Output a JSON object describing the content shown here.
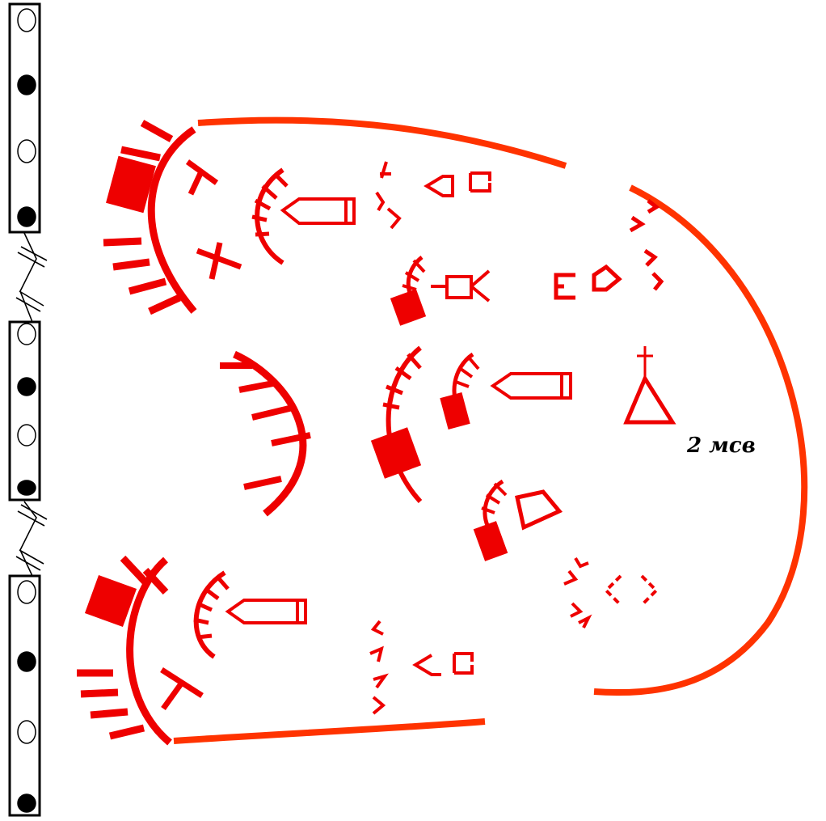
{
  "label": {
    "unit": "2 мсв"
  },
  "colors": {
    "tactical": "#ee0000",
    "boundary": "#ff3300",
    "ink": "#000000"
  },
  "left_strip": {
    "segments": [
      {
        "name": "strip-segment-top",
        "circles": [
          "hollow",
          "filled",
          "hollow",
          "filled"
        ]
      },
      {
        "name": "strip-segment-middle",
        "circles": [
          "hollow",
          "filled",
          "hollow",
          "filled"
        ]
      },
      {
        "name": "strip-segment-bottom",
        "circles": [
          "hollow",
          "filled",
          "hollow",
          "filled"
        ]
      }
    ]
  },
  "symbols": [
    "boundary-arc",
    "trench-arc",
    "tank-icon",
    "command-post-icon",
    "triangle-flag-icon",
    "observation-post-icon",
    "reserve-post-icon"
  ]
}
